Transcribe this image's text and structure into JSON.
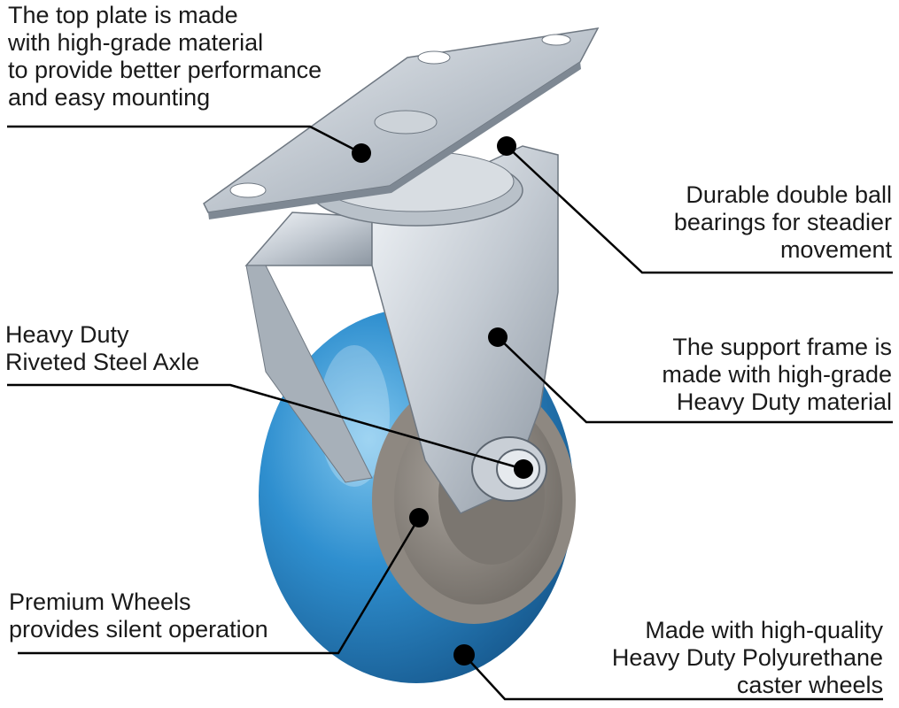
{
  "callouts": {
    "top_plate": {
      "lines": [
        "The top plate is made",
        "with high-grade material",
        "to provide better performance",
        "and easy mounting"
      ]
    },
    "ball_bearings": {
      "lines": [
        "Durable double ball",
        "bearings for steadier",
        "movement"
      ]
    },
    "axle": {
      "lines": [
        "Heavy Duty",
        "Riveted Steel Axle"
      ]
    },
    "support_frame": {
      "lines": [
        "The support frame is",
        "made with high-grade",
        "Heavy Duty material"
      ]
    },
    "wheels": {
      "lines": [
        "Premium Wheels",
        "provides silent operation"
      ]
    },
    "polyurethane": {
      "lines": [
        "Made with high-quality",
        "Heavy Duty Polyurethane",
        "caster wheels"
      ]
    }
  },
  "colors": {
    "wheel_blue": "#2f8fcf",
    "hub_grey": "#8e8881",
    "steel": "#c9cfd6",
    "leader": "#000000"
  }
}
